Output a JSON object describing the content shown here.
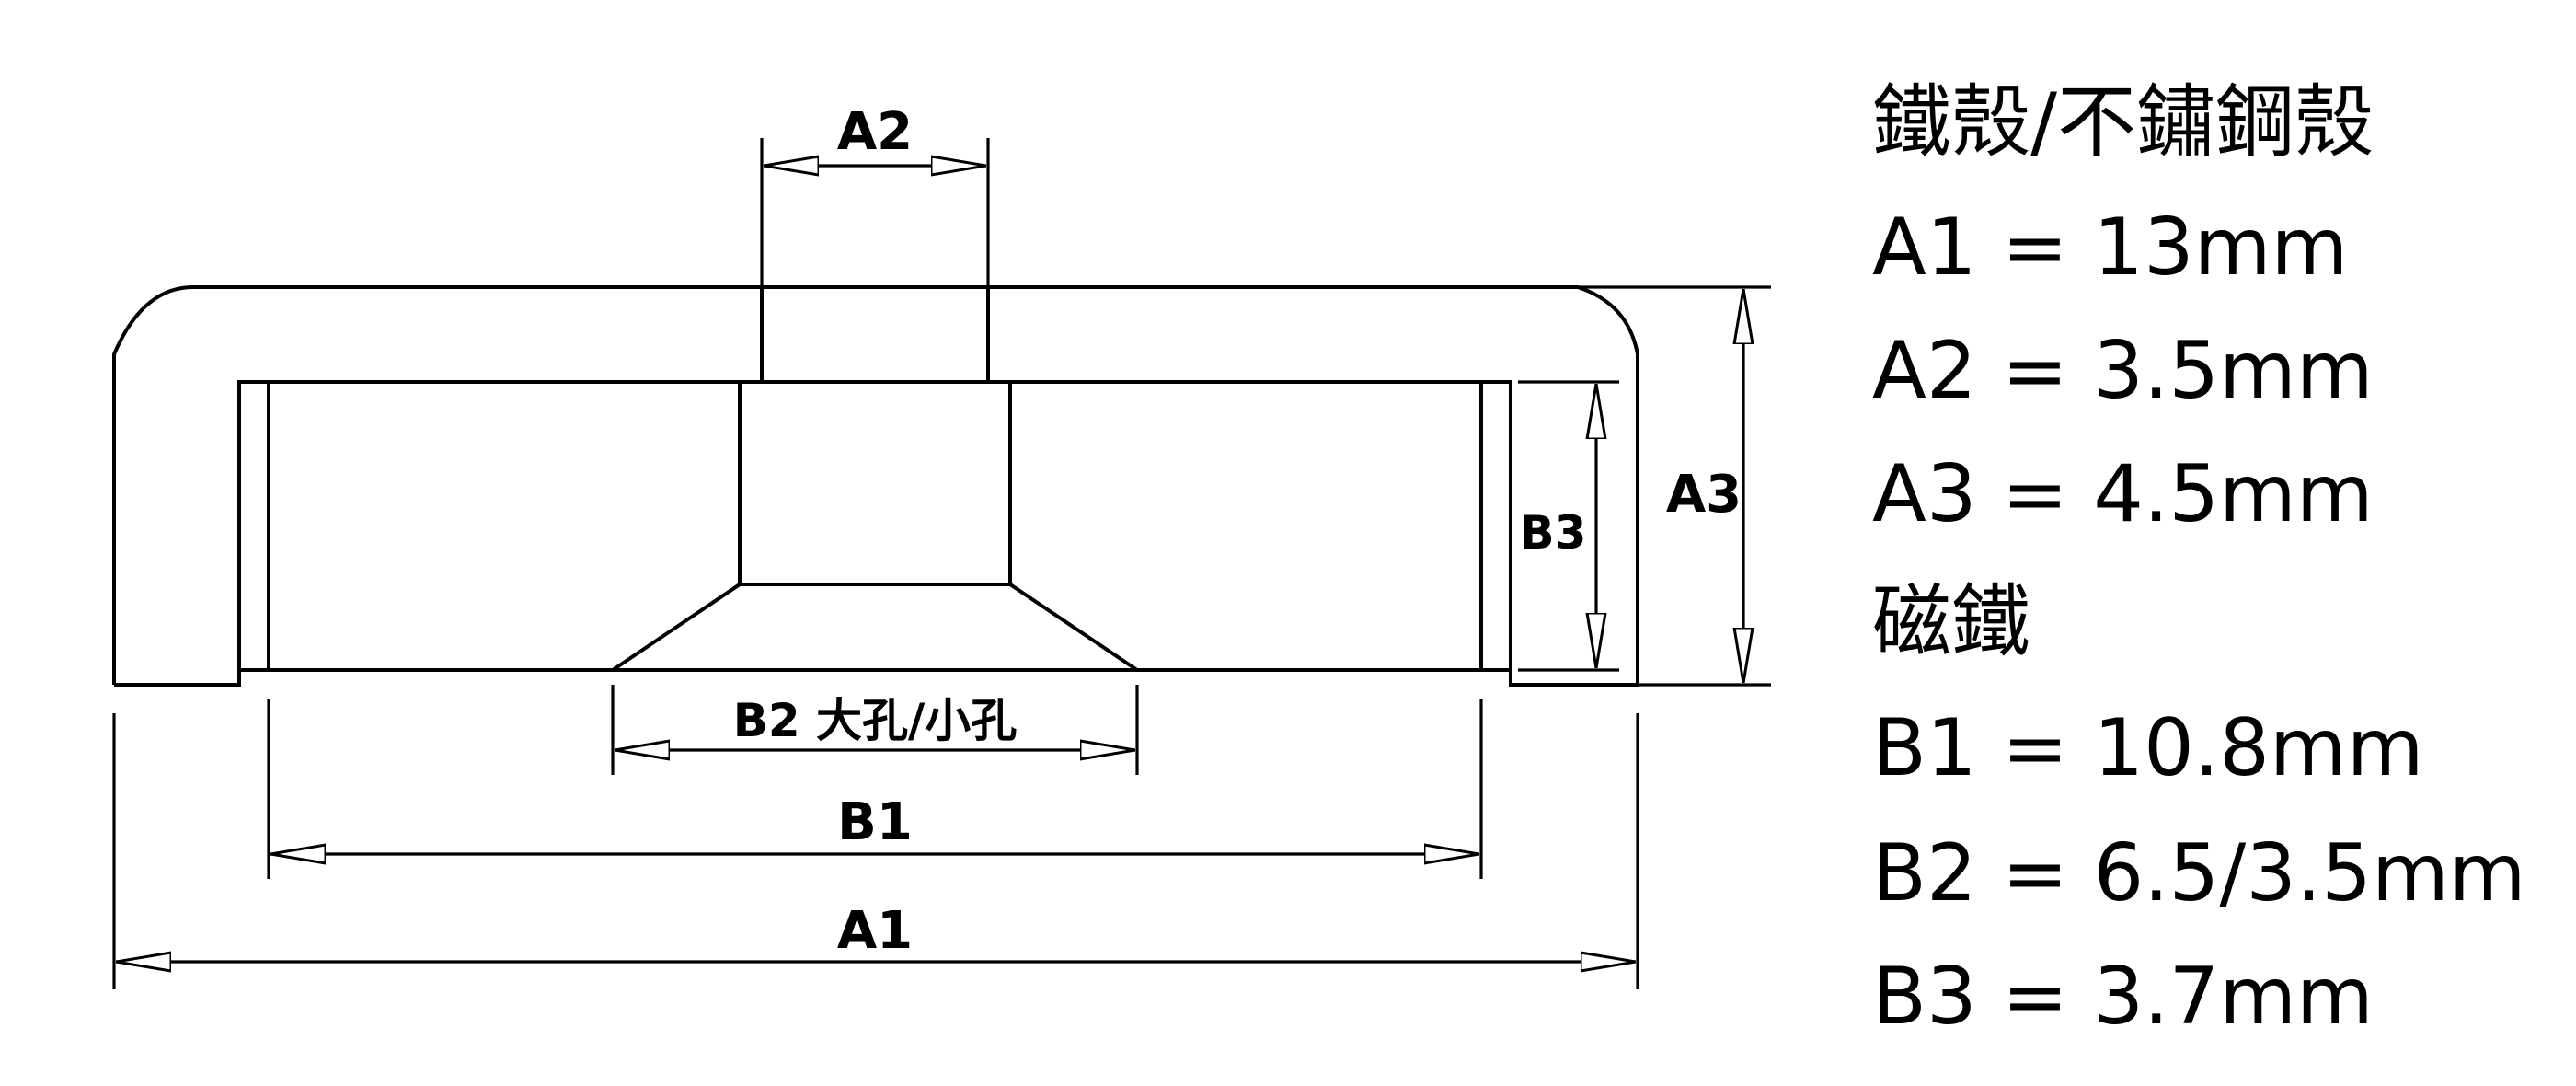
{
  "diagram": {
    "labels": {
      "a1": "A1",
      "a2": "A2",
      "a3": "A3",
      "b1": "B1",
      "b2": "B2 大孔/小孔",
      "b3": "B3"
    }
  },
  "specs": {
    "shell_heading": "鐵殼/不鏽鋼殼",
    "a1": "A1 = 13mm",
    "a2": "A2 = 3.5mm",
    "a3": "A3 = 4.5mm",
    "magnet_heading": "磁鐵",
    "b1": "B1 = 10.8mm",
    "b2": "B2 = 6.5/3.5mm",
    "b3": "B3 = 3.7mm"
  }
}
